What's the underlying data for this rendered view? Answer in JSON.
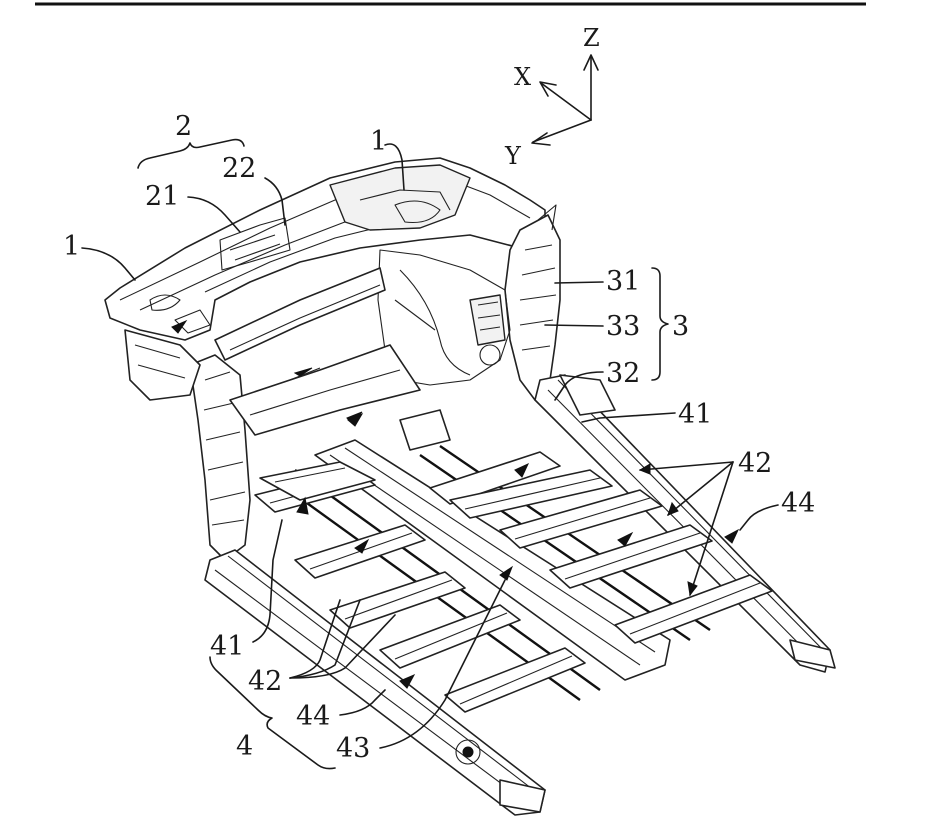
{
  "axes": {
    "z": "Z",
    "x": "X",
    "y": "Y"
  },
  "labels": {
    "l1_top": "1",
    "l1_left": "1",
    "l2": "2",
    "l21": "21",
    "l22": "22",
    "l31": "31",
    "l33": "33",
    "l32": "32",
    "l3": "3",
    "l41_right": "41",
    "l42_right": "42",
    "l44_right": "44",
    "l41_left": "41",
    "l42_left": "42",
    "l44_bottom": "44",
    "l43": "43",
    "l4": "4"
  },
  "colors": {
    "ink": "#1a1a1a",
    "paper": "#ffffff"
  }
}
